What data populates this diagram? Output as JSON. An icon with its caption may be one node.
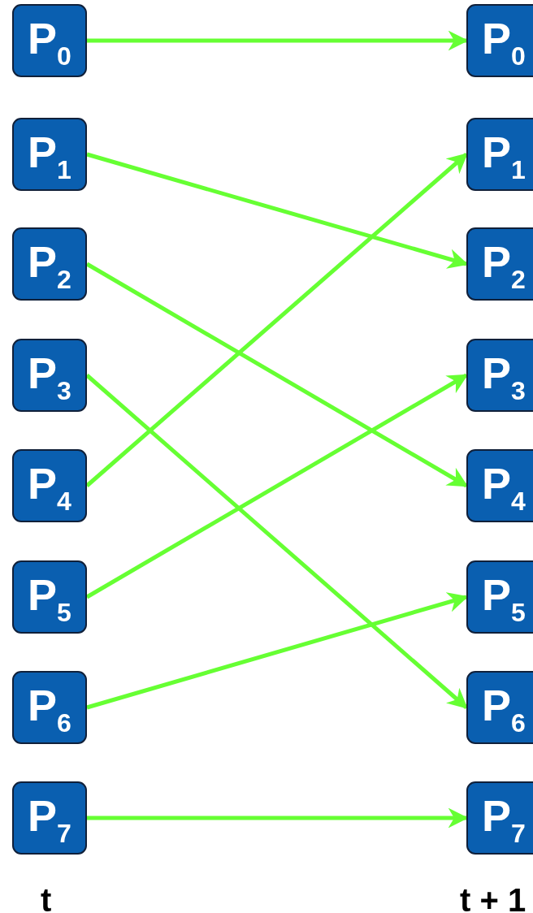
{
  "diagram": {
    "nodes": [
      {
        "text": [
          "P$_{0}$"
        ]
      },
      {
        "text": [
          "P$_{1}$"
        ]
      },
      {
        "text": [
          "P$_{2}$"
        ]
      },
      {
        "text": [
          "P$_{3}$"
        ]
      },
      {
        "text": [
          "P$_{4}$"
        ]
      },
      {
        "text": [
          "P$_{5}$"
        ]
      },
      {
        "text": [
          "P$_{6}$"
        ]
      },
      {
        "text": [
          "P$_{7}$"
        ]
      },
      {
        "text": [
          "P$_{0}$"
        ]
      },
      {
        "text": [
          "P$_{1}$"
        ]
      },
      {
        "text": [
          "P$_{2}$"
        ]
      },
      {
        "text": [
          "P$_{3}$"
        ]
      },
      {
        "text": [
          "P$_{4}$"
        ]
      },
      {
        "text": [
          "P$_{5}$"
        ]
      },
      {
        "text": [
          "P$_{6}$"
        ]
      },
      {
        "text": [
          "P$_{7}$"
        ]
      }
    ],
    "edges": [
      {
        "from": 0,
        "to": 8,
        "arrow": "to"
      },
      {
        "from": 1,
        "to": 10,
        "arrow": "to"
      },
      {
        "from": 2,
        "to": 12,
        "arrow": "to"
      },
      {
        "from": 3,
        "to": 14,
        "arrow": "to"
      },
      {
        "from": 4,
        "to": 9,
        "arrow": "to"
      },
      {
        "from": 5,
        "to": 11,
        "arrow": "to"
      },
      {
        "from": 6,
        "to": 13,
        "arrow": "to"
      },
      {
        "from": 7,
        "to": 15,
        "arrow": "to"
      }
    ],
    "labels": [
      "t",
      "t + 1"
    ]
  }
}
